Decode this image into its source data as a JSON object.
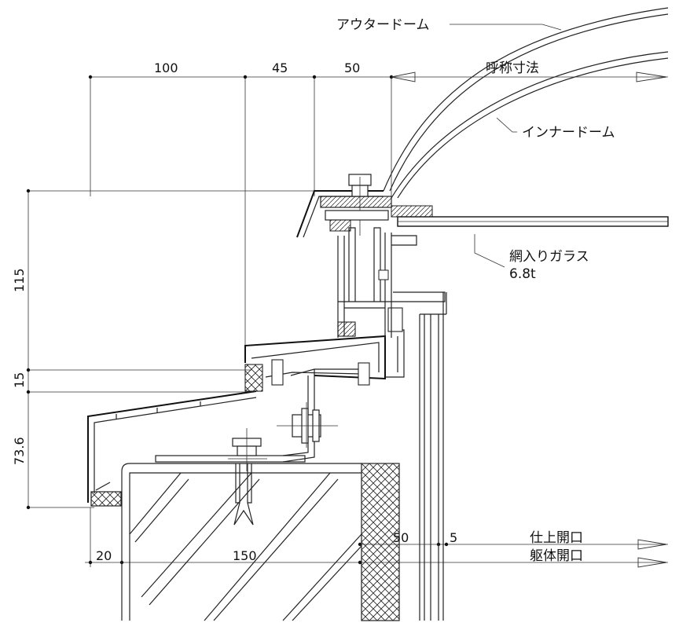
{
  "labels": {
    "outer_dome": "アウタードーム",
    "nominal_size": "呼称寸法",
    "inner_dome": "インナードーム",
    "wired_glass": "網入りガラス",
    "glass_thickness": "6.8t",
    "finished_opening": "仕上開口",
    "structural_opening": "躯体開口"
  },
  "dimensions": {
    "top": [
      "100",
      "45",
      "50"
    ],
    "left": [
      "115",
      "15",
      "73.6"
    ],
    "bottom": [
      "20",
      "150",
      "50",
      "5"
    ]
  }
}
